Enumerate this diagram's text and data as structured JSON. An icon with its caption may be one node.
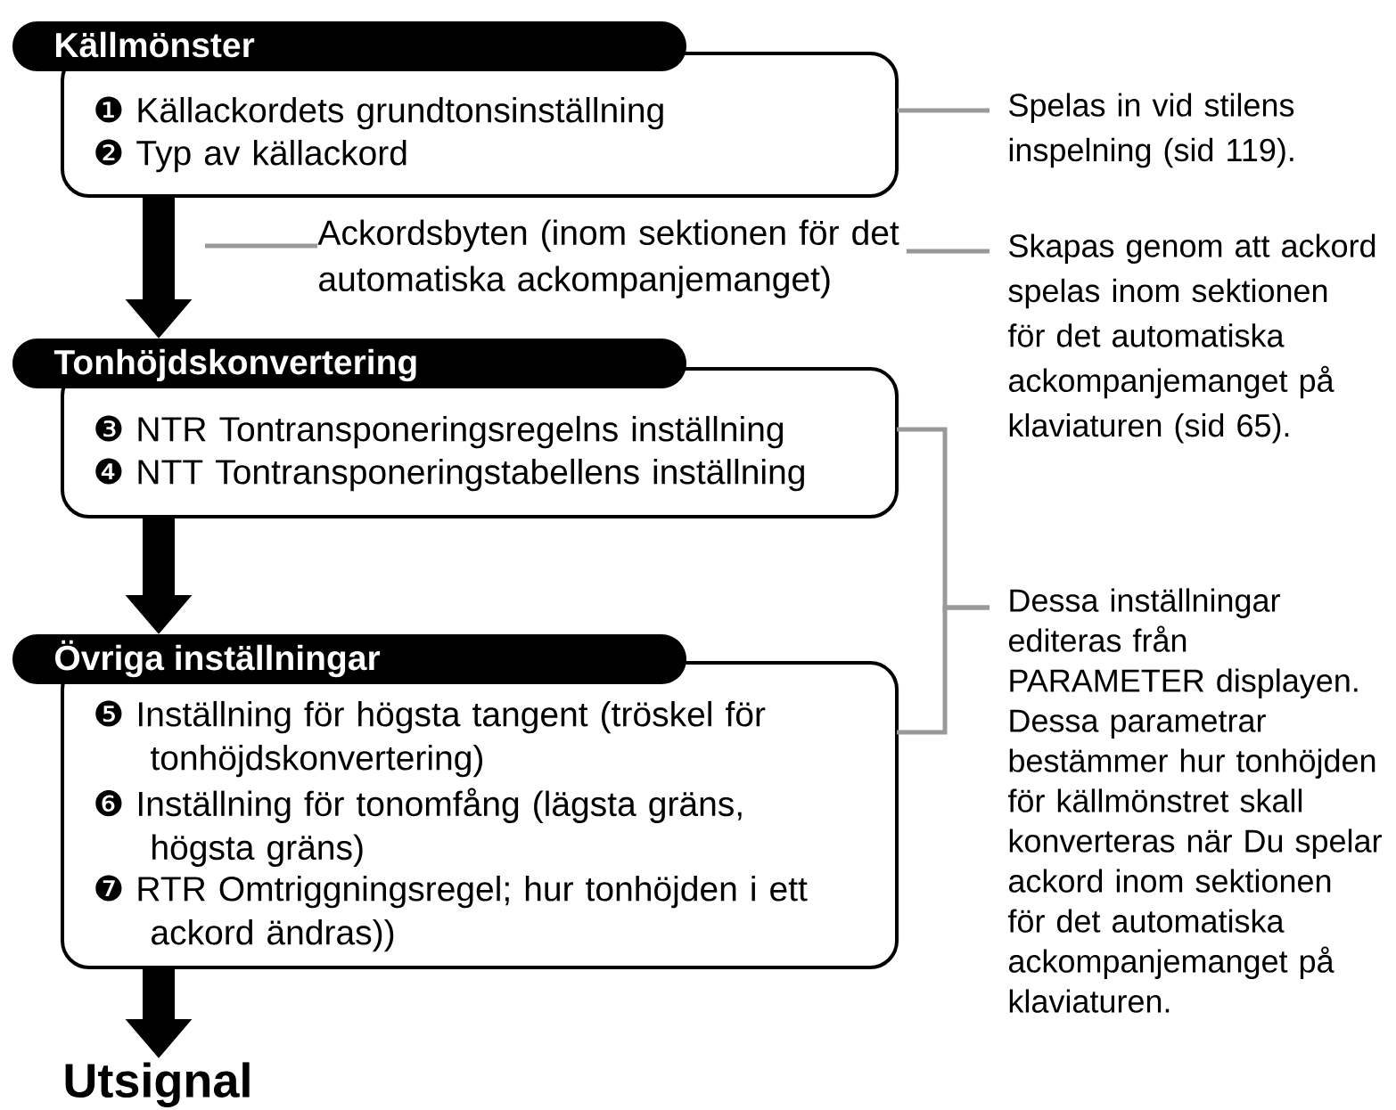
{
  "diagram": {
    "nodes": [
      {
        "text": [
          "Källmönster",
          "❶ Källackordets grundtonsinställning",
          "❷ Typ av källackord"
        ]
      },
      {
        "text": [
          "Tonhöjdskonvertering",
          "❸ NTR Tontransponeringsregelns inställning",
          "❹ NTT Tontransponeringstabellens inställning"
        ]
      },
      {
        "text": [
          "Övriga inställningar",
          "❺ Inställning för högsta tangent (tröskel för tonhöjdskonvertering)",
          "❻ Inställning för tonomfång (lägsta gräns, högsta gräns)",
          "❼ RTR Omtriggningsregel; hur tonhöjden i ett ackord ändras))"
        ]
      },
      {
        "text": [
          "Utsignal"
        ]
      },
      {
        "text": [
          "Spelas in vid stilens inspelning (sid 119)."
        ]
      },
      {
        "text": [
          "Ackordsbyten (inom sektionen för det automatiska ackompanjemanget)"
        ]
      },
      {
        "text": [
          "Skapas genom att ackord spelas inom sektionen för det automatiska ackompanjemanget på klaviaturen (sid 65)."
        ]
      },
      {
        "text": [
          "Dessa inställningar editeras från PARAMETER displayen. Dessa parametrar bestämmer hur tonhöjden för källmönstret skall konverteras när Du spelar ackord inom sektionen för det automatiska ackompanjemanget på klaviaturen."
        ]
      }
    ],
    "edges": [
      {
        "from": 0,
        "to": 1,
        "arrow": "to",
        "style": "thick",
        "color": "#000000"
      },
      {
        "from": 1,
        "to": 2,
        "arrow": "to",
        "style": "thick",
        "color": "#000000"
      },
      {
        "from": 2,
        "to": 3,
        "arrow": "to",
        "style": "thick",
        "color": "#000000"
      },
      {
        "from": 4,
        "to": 0,
        "arrow": "none"
      },
      {
        "from": 5,
        "to": null,
        "arrow": "none"
      },
      {
        "from": 6,
        "to": 5,
        "arrow": "none"
      },
      {
        "from": 7,
        "to": 1,
        "arrow": "none"
      },
      {
        "from": 7,
        "to": 2,
        "arrow": "none"
      }
    ]
  }
}
